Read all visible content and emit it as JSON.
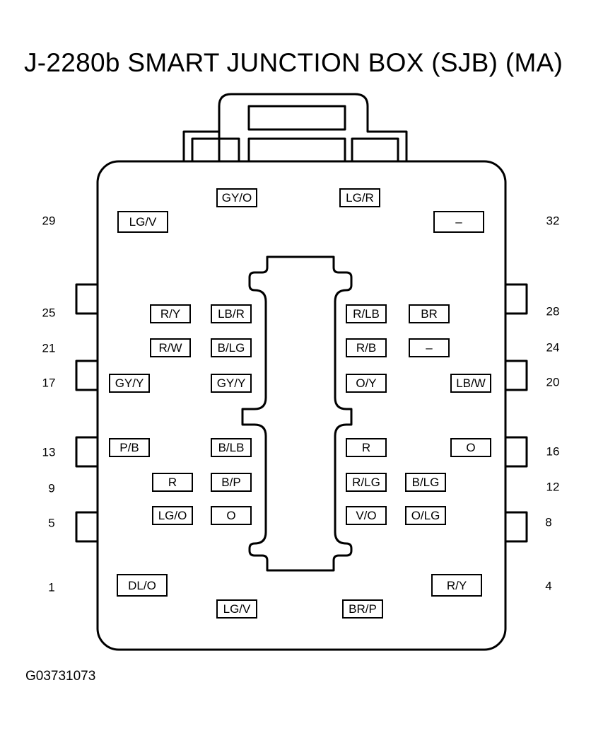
{
  "title": "J-2280b SMART JUNCTION BOX (SJB) (MA)",
  "figure_id": "G03731073",
  "pins": [
    {
      "id": "p29",
      "label": "29"
    },
    {
      "id": "p32",
      "label": "32"
    },
    {
      "id": "p25",
      "label": "25"
    },
    {
      "id": "p28",
      "label": "28"
    },
    {
      "id": "p21",
      "label": "21"
    },
    {
      "id": "p24",
      "label": "24"
    },
    {
      "id": "p17",
      "label": "17"
    },
    {
      "id": "p20",
      "label": "20"
    },
    {
      "id": "p13",
      "label": "13"
    },
    {
      "id": "p16",
      "label": "16"
    },
    {
      "id": "p9",
      "label": "9"
    },
    {
      "id": "p12",
      "label": "12"
    },
    {
      "id": "p5",
      "label": "5"
    },
    {
      "id": "p8",
      "label": "8"
    },
    {
      "id": "p1",
      "label": "1"
    },
    {
      "id": "p4",
      "label": "4"
    }
  ],
  "wires": [
    {
      "id": "w-top-1",
      "label": "GY/O"
    },
    {
      "id": "w-top-2",
      "label": "LG/R"
    },
    {
      "id": "w-29",
      "label": "LG/V"
    },
    {
      "id": "w-32",
      "label": "–"
    },
    {
      "id": "w-25",
      "label": "R/Y"
    },
    {
      "id": "w-26",
      "label": "LB/R"
    },
    {
      "id": "w-27",
      "label": "R/LB"
    },
    {
      "id": "w-28",
      "label": "BR"
    },
    {
      "id": "w-21",
      "label": "R/W"
    },
    {
      "id": "w-22",
      "label": "B/LG"
    },
    {
      "id": "w-23",
      "label": "R/B"
    },
    {
      "id": "w-24",
      "label": "–"
    },
    {
      "id": "w-17",
      "label": "GY/Y"
    },
    {
      "id": "w-18",
      "label": "GY/Y"
    },
    {
      "id": "w-19",
      "label": "O/Y"
    },
    {
      "id": "w-20",
      "label": "LB/W"
    },
    {
      "id": "w-13",
      "label": "P/B"
    },
    {
      "id": "w-14",
      "label": "B/LB"
    },
    {
      "id": "w-15",
      "label": "R"
    },
    {
      "id": "w-16",
      "label": "O"
    },
    {
      "id": "w-9",
      "label": "R"
    },
    {
      "id": "w-10",
      "label": "B/P"
    },
    {
      "id": "w-11",
      "label": "R/LG"
    },
    {
      "id": "w-12",
      "label": "B/LG"
    },
    {
      "id": "w-5",
      "label": "LG/O"
    },
    {
      "id": "w-6",
      "label": "O"
    },
    {
      "id": "w-7",
      "label": "V/O"
    },
    {
      "id": "w-8",
      "label": "O/LG"
    },
    {
      "id": "w-1",
      "label": "DL/O"
    },
    {
      "id": "w-4",
      "label": "R/Y"
    },
    {
      "id": "w-bot-1",
      "label": "LG/V"
    },
    {
      "id": "w-bot-2",
      "label": "BR/P"
    }
  ]
}
